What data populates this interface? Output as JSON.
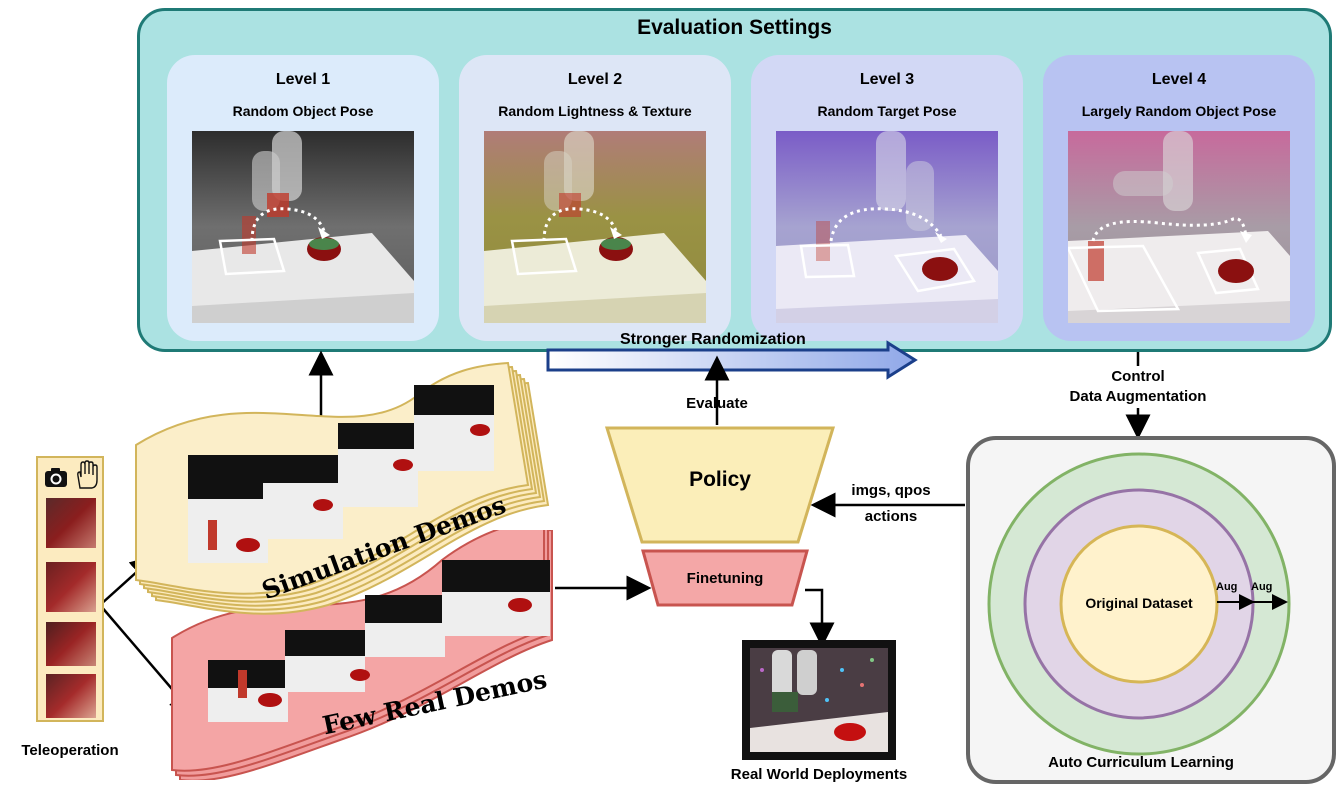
{
  "evaluation": {
    "title": "Evaluation Settings",
    "levels": [
      {
        "title": "Level 1",
        "subtitle": "Random Object Pose"
      },
      {
        "title": "Level 2",
        "subtitle": "Random Lightness & Texture"
      },
      {
        "title": "Level 3",
        "subtitle": "Random Target Pose"
      },
      {
        "title": "Level 4",
        "subtitle": "Largely Random Object Pose"
      }
    ],
    "arrow_label": "Stronger Randomization"
  },
  "teleop": {
    "label": "Teleoperation",
    "icons": [
      "camera-icon",
      "hand-icon"
    ]
  },
  "sim_demos": {
    "label": "Simulation Demos"
  },
  "real_demos": {
    "label": "Few Real Demos"
  },
  "policy": {
    "label": "Policy",
    "finetune_label": "Finetuning",
    "evaluate_label": "Evaluate"
  },
  "io": {
    "line1": "imgs, qpos",
    "line2": "actions"
  },
  "control": {
    "line1": "Control",
    "line2": "Data Augmentation"
  },
  "curriculum": {
    "label": "Auto Curriculum Learning",
    "core": "Original Dataset",
    "aug1": "Aug",
    "aug2": "Aug"
  },
  "deploy": {
    "label": "Real World Deployments"
  },
  "colors": {
    "panel": "#abe2e2",
    "panel_border": "#1f7a76",
    "sim_fill": "#fcebc0",
    "sim_border": "#d2b55b",
    "real_fill": "#f19c9c",
    "real_border": "#c8544f",
    "policy_fill": "#fbeeb9",
    "finetune_fill": "#f4a7a7",
    "ring_outer": "#82b366",
    "ring_mid": "#9673a6",
    "ring_inner": "#d6b656"
  }
}
